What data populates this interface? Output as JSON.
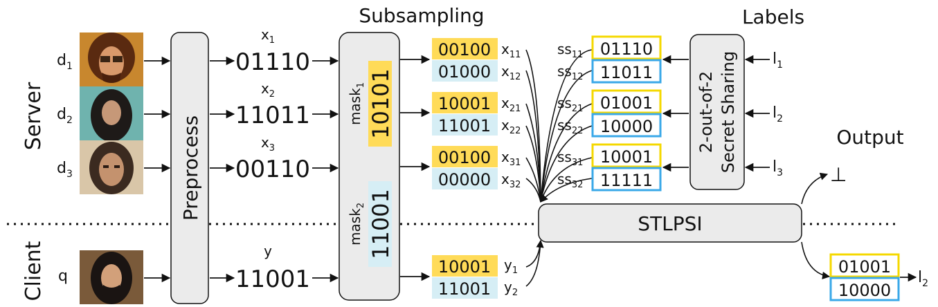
{
  "headers": {
    "subsampling": "Subsampling",
    "labels": "Labels",
    "output": "Output"
  },
  "sides": {
    "server": "Server",
    "client": "Client"
  },
  "server_inputs": [
    {
      "name": "d",
      "sub": "1",
      "xname": "x",
      "xsub": "1",
      "bits": "01110"
    },
    {
      "name": "d",
      "sub": "2",
      "xname": "x",
      "xsub": "2",
      "bits": "11011"
    },
    {
      "name": "d",
      "sub": "3",
      "xname": "x",
      "xsub": "3",
      "bits": "00110"
    }
  ],
  "client_input": {
    "name": "q",
    "yname": "y",
    "bits": "11001"
  },
  "preprocess": "Preprocess",
  "masks": [
    {
      "name": "mask",
      "sub": "1",
      "bits": "10101",
      "color": "#FFDB58"
    },
    {
      "name": "mask",
      "sub": "2",
      "bits": "11001",
      "color": "#D6EEF5"
    }
  ],
  "subsamples": [
    {
      "a": "00100",
      "an": "x",
      "as": "11",
      "b": "01000",
      "bn": "x",
      "bs": "12"
    },
    {
      "a": "10001",
      "an": "x",
      "as": "21",
      "b": "11001",
      "bn": "x",
      "bs": "22"
    },
    {
      "a": "00100",
      "an": "x",
      "as": "31",
      "b": "00000",
      "bn": "x",
      "bs": "32"
    }
  ],
  "client_subsamples": {
    "a": "10001",
    "an": "y",
    "as": "1",
    "b": "11001",
    "bn": "y",
    "bs": "2"
  },
  "shares": [
    {
      "a": "01110",
      "an": "ss",
      "as": "11",
      "b": "11011",
      "bn": "ss",
      "bs": "12"
    },
    {
      "a": "01001",
      "an": "ss",
      "as": "21",
      "b": "10000",
      "bn": "ss",
      "bs": "22"
    },
    {
      "a": "10001",
      "an": "ss",
      "as": "31",
      "b": "11111",
      "bn": "ss",
      "bs": "32"
    }
  ],
  "secret_sharing": {
    "line1": "2-out-of-2",
    "line2": "Secret Sharing"
  },
  "labels_in": [
    {
      "name": "l",
      "sub": "1"
    },
    {
      "name": "l",
      "sub": "2"
    },
    {
      "name": "l",
      "sub": "3"
    }
  ],
  "stlpsi": "STLPSI",
  "outputs": {
    "bottom": "⊥",
    "share_a": "01001",
    "share_b": "10000",
    "label": {
      "name": "l",
      "sub": "2"
    }
  },
  "colors": {
    "yellow": "#FFDB58",
    "lightblue": "#D6EEF5",
    "yellow_border": "#F5D800",
    "blue_border": "#3AA8E8",
    "box_fill": "#EBEBEB"
  }
}
